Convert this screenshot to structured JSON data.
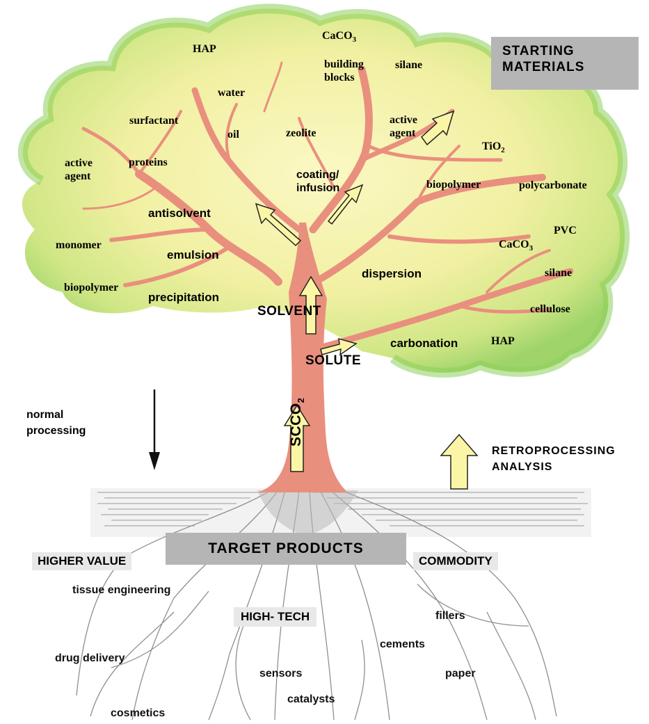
{
  "title_box": {
    "starting_materials": "STARTING\nMATERIALS",
    "target_products": "TARGET PRODUCTS"
  },
  "trunk": {
    "scco2": "SCCO",
    "scco2_sub": "2",
    "solvent": "SOLVENT",
    "solute": "SOLUTE"
  },
  "processes": {
    "coating_infusion": "coating/\ninfusion",
    "antisolvent": "antisolvent",
    "emulsion": "emulsion",
    "precipitation": "precipitation",
    "dispersion": "dispersion",
    "carbonation": "carbonation"
  },
  "materials": {
    "hap_top": "HAP",
    "caco3_top": "CaCO",
    "caco3_top_sub": "3",
    "building_blocks": "building\nblocks",
    "silane_top": "silane",
    "water": "water",
    "oil": "oil",
    "surfactant": "surfactant",
    "zeolite": "zeolite",
    "active_agent_right": "active\nagent",
    "tio2": "TiO",
    "tio2_sub": "2",
    "active_agent_left": "active\nagent",
    "proteins": "proteins",
    "biopolymer_right": "biopolymer",
    "polycarbonate": "polycarbonate",
    "pvc": "PVC",
    "caco3_right": "CaCO",
    "caco3_right_sub": "3",
    "monomer": "monomer",
    "silane_right": "silane",
    "biopolymer_left": "biopolymer",
    "cellulose": "cellulose",
    "hap_right": "HAP"
  },
  "side_notes": {
    "normal_processing": "normal\nprocessing",
    "retroprocessing": "RETROPROCESSING\nANALYSIS"
  },
  "categories": {
    "higher_value": "HIGHER VALUE",
    "commodity": "COMMODITY",
    "high_tech": "HIGH- TECH"
  },
  "products": {
    "tissue_engineering": "tissue engineering",
    "drug_delivery": "drug delivery",
    "cosmetics": "cosmetics",
    "sensors": "sensors",
    "catalysts": "catalysts",
    "cements": "cements",
    "fillers": "fillers",
    "paper": "paper"
  },
  "colors": {
    "canopy": "#c6e27a",
    "canopy_light": "#f4f2a8",
    "branch": "#e98f7e",
    "arrow_fill": "#fbf6a6",
    "box_gray": "#b5b5b5"
  }
}
